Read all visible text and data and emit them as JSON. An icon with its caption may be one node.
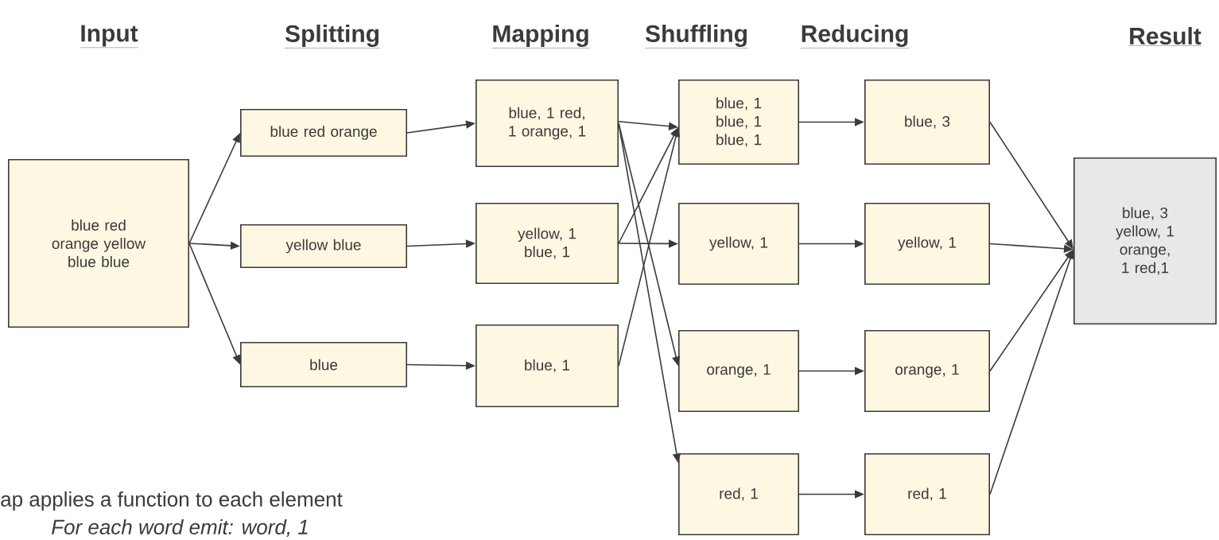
{
  "diagram": {
    "nodes": [
      {
        "text": [
          "blue red orange yellow blue blue"
        ]
      },
      {
        "text": [
          "blue red orange"
        ]
      },
      {
        "text": [
          "yellow blue"
        ]
      },
      {
        "text": [
          "blue"
        ]
      },
      {
        "text": [
          "blue, 1 red, 1 orange, 1"
        ]
      },
      {
        "text": [
          "yellow, 1 blue, 1"
        ]
      },
      {
        "text": [
          "blue, 1"
        ]
      },
      {
        "text": [
          "blue, 1 blue, 1 blue, 1"
        ]
      },
      {
        "text": [
          "yellow, 1"
        ]
      },
      {
        "text": [
          "orange, 1"
        ]
      },
      {
        "text": [
          "red, 1"
        ]
      },
      {
        "text": [
          "blue, 3"
        ]
      },
      {
        "text": [
          "yellow, 1"
        ]
      },
      {
        "text": [
          "orange, 1"
        ]
      },
      {
        "text": [
          "red, 1"
        ]
      },
      {
        "text": [
          "blue, 3 yellow, 1 orange, 1 red,1"
        ]
      }
    ],
    "edges": [
      {
        "from": 0,
        "to": 1,
        "arrow": "to"
      },
      {
        "from": 0,
        "to": 2,
        "arrow": "to"
      },
      {
        "from": 0,
        "to": 3,
        "arrow": "to"
      },
      {
        "from": 1,
        "to": 4,
        "arrow": "to"
      },
      {
        "from": 2,
        "to": 5,
        "arrow": "to"
      },
      {
        "from": 3,
        "to": 6,
        "arrow": "to"
      },
      {
        "from": 4,
        "to": 7,
        "arrow": "to"
      },
      {
        "from": 4,
        "to": 9,
        "arrow": "to"
      },
      {
        "from": 4,
        "to": 10,
        "arrow": "to"
      },
      {
        "from": 5,
        "to": 7,
        "arrow": "to"
      },
      {
        "from": 5,
        "to": 8,
        "arrow": "to"
      },
      {
        "from": 6,
        "to": 7,
        "arrow": "to"
      },
      {
        "from": 7,
        "to": 11,
        "arrow": "to"
      },
      {
        "from": 8,
        "to": 12,
        "arrow": "to"
      },
      {
        "from": 9,
        "to": 13,
        "arrow": "to"
      },
      {
        "from": 10,
        "to": 14,
        "arrow": "to"
      },
      {
        "from": 11,
        "to": 15,
        "arrow": "to"
      },
      {
        "from": 12,
        "to": 15,
        "arrow": "to"
      },
      {
        "from": 13,
        "to": 15,
        "arrow": "to"
      },
      {
        "from": 14,
        "to": 15,
        "arrow": "to"
      }
    ],
    "labels": [
      "Input",
      "Splitting",
      "Mapping",
      "Shuffling",
      "Reducing",
      "Result",
      "ap applies a function to each element",
      "For each word emit: word, 1"
    ]
  }
}
